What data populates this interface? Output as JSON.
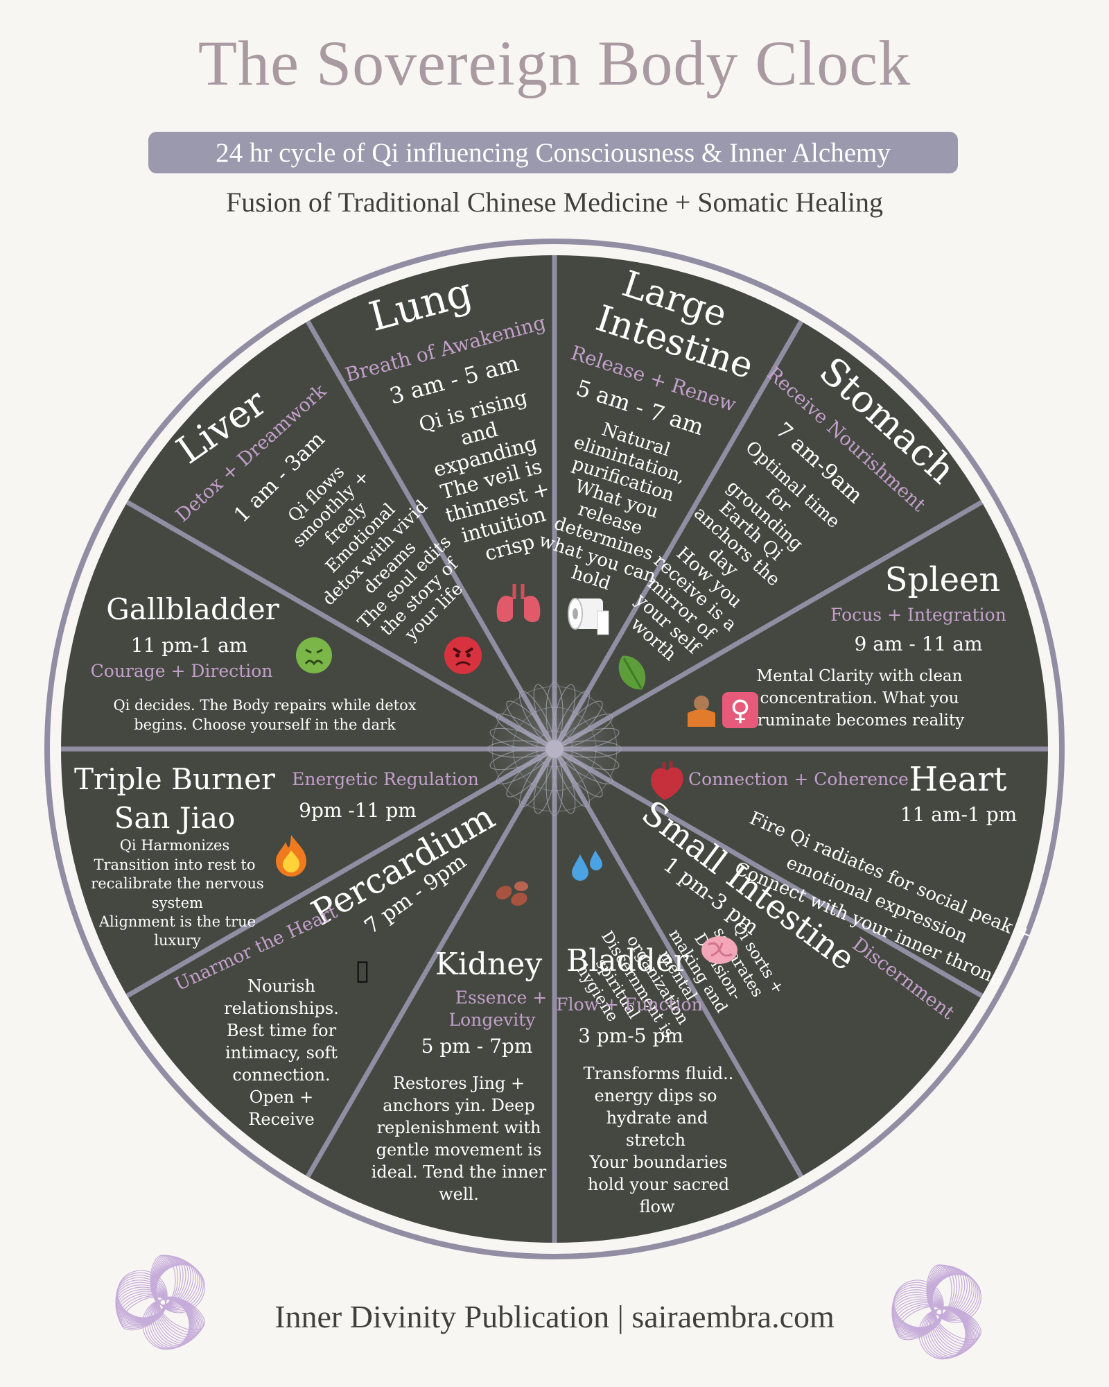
{
  "header": {
    "title": "The Sovereign Body Clock",
    "subtitle": "24 hr cycle of Qi influencing Consciousness & Inner Alchemy",
    "tagline": "Fusion of Traditional Chinese Medicine + Somatic Healing"
  },
  "footer": {
    "text": "Inner Divinity Publication | sairaembra.com"
  },
  "colors": {
    "background": "#f8f6f3",
    "wedge": "#454840",
    "rim": "#918ea3",
    "accent": "#c3a0cc",
    "text": "#ffffff"
  },
  "organs": [
    {
      "id": "lung",
      "name": "Lung",
      "theme": "Breath of Awakening",
      "time": "3 am - 5 am",
      "desc": [
        "Qi is rising",
        "and",
        "expanding",
        "The veil is",
        "thinnest +",
        "intuition",
        "crisp"
      ],
      "icon": "lungs-icon"
    },
    {
      "id": "large-intestine",
      "name": "Large Intestine",
      "theme": "Release + Renew",
      "time": "5 am - 7 am",
      "desc": [
        "Natural",
        "elimintation,",
        "purification",
        "What you",
        "release",
        "determines",
        "what you can",
        "hold"
      ],
      "icon": "toilet-paper-icon"
    },
    {
      "id": "stomach",
      "name": "Stomach",
      "theme": "Receive Nourishment",
      "time": "7 am-9am",
      "desc": [
        "Optimal time",
        "for",
        "grounding",
        "Earth Qi",
        "anchors the",
        "day",
        "How you",
        "receive is a",
        "mirror of",
        "your self",
        "worth"
      ],
      "icon": "leafy-greens-icon"
    },
    {
      "id": "spleen",
      "name": "Spleen",
      "theme": "Focus + Integration",
      "time": "9 am - 11 am",
      "desc": [
        "Mental Clarity with clean",
        "concentration. What you",
        "ruminate becomes reality"
      ],
      "icon": "person-bowing-icon",
      "icon2": "female-sign-icon",
      "icon2_glyph": "♀"
    },
    {
      "id": "heart",
      "name": "Heart",
      "theme": "Connection + Coherence",
      "time": "11 am-1 pm",
      "desc": [
        "Fire Qi radiates for social peak +",
        "emotional expression",
        "Connect with your inner throne"
      ],
      "icon": "anatomical-heart-icon"
    },
    {
      "id": "small-intestine",
      "name": "Small Intestine",
      "theme": "Discernment",
      "time": "1 pm-3 pm",
      "desc": [
        "Qi sorts +",
        "separates",
        "Decision-",
        "making and",
        "mental",
        "organization",
        "Discernment is",
        "spiritual",
        "hygiene"
      ],
      "icon": "brain-icon"
    },
    {
      "id": "bladder",
      "name": "Bladder",
      "theme": "Flow + Function",
      "time": "3 pm-5 pm",
      "desc": [
        "Transforms fluid..",
        "energy dips so",
        "hydrate and",
        "stretch",
        "Your boundaries",
        "hold your sacred",
        "flow"
      ],
      "icon": "water-drops-icon"
    },
    {
      "id": "kidney",
      "name": "Kidney",
      "theme": [
        "Essence +",
        "Longevity"
      ],
      "time": "5 pm - 7pm",
      "desc": [
        "Restores Jing +",
        "anchors yin. Deep",
        "replenishment with",
        "gentle movement is",
        "ideal. Tend the inner",
        "well."
      ],
      "icon": "kidney-beans-icon"
    },
    {
      "id": "percardium",
      "name": "Percardium",
      "theme": "Unarmor the Heart",
      "time": "7 pm - 9pm",
      "desc": [
        "Nourish",
        "relationships.",
        "Best time for",
        "intimacy, soft",
        "connection.",
        "Open +",
        "Receive"
      ],
      "icon": "missing-glyph-icon",
      "icon_glyph": "▯"
    },
    {
      "id": "triple-burner",
      "name": [
        "Triple Burner",
        "San Jiao"
      ],
      "theme": "Energetic Regulation",
      "time": "9pm -11 pm",
      "desc": [
        "Qi Harmonizes",
        "Transition into rest to",
        "recalibrate the nervous",
        "system",
        "Alignment is the true",
        "luxury"
      ],
      "icon": "fire-icon"
    },
    {
      "id": "gallbladder",
      "name": "Gallbladder",
      "theme": "Courage + Direction",
      "time": "11 pm-1 am",
      "desc": [
        "Qi decides. The Body repairs while detox",
        "begins. Choose yourself in the dark"
      ],
      "icon": "nauseated-face-icon"
    },
    {
      "id": "liver",
      "name": "Liver",
      "theme": "Detox + Dreamwork",
      "time": "1 am - 3am",
      "desc": [
        "Qi flows",
        "smoothly +",
        "freely",
        "Emotional",
        "detox with vivid",
        "dreams",
        "The soul edits",
        "the story of",
        "your life"
      ],
      "icon": "angry-face-icon"
    }
  ]
}
